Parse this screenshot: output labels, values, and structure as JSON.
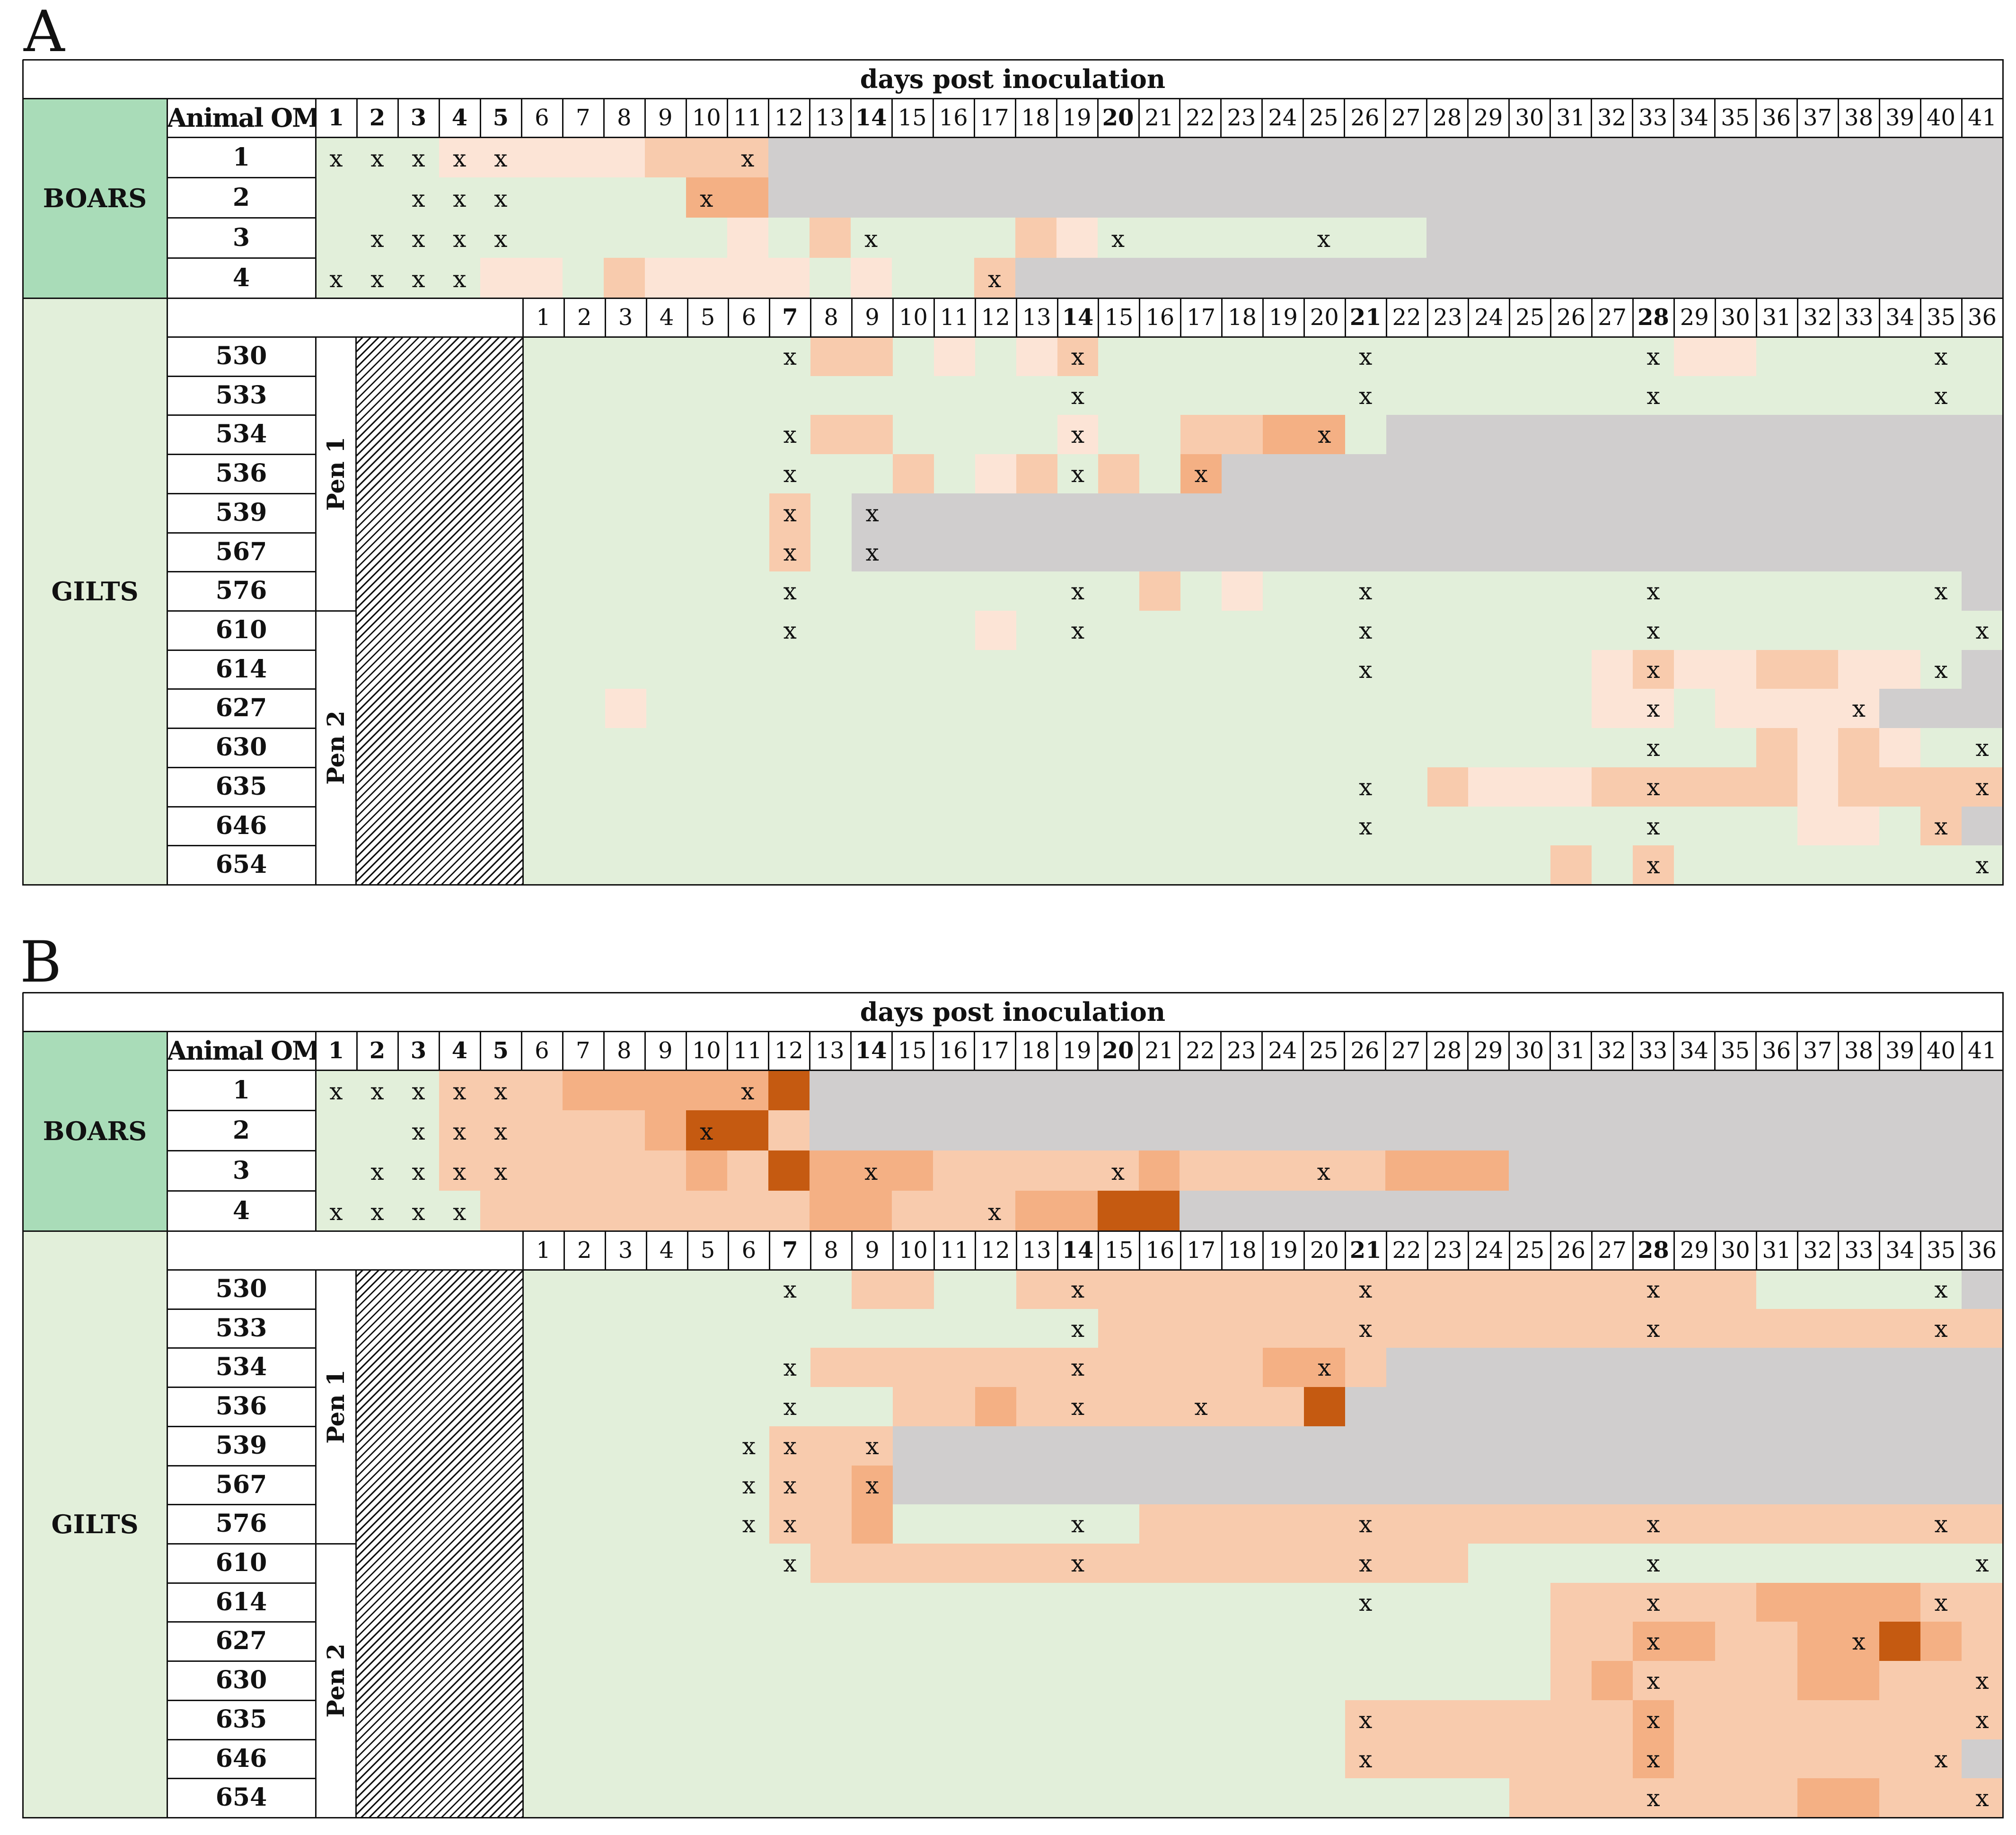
{
  "colors": {
    "absent": "#ffffff",
    "negative": "#e2efda",
    "grey": "#d0cece",
    "boars_group": "#a9dcb8",
    "gilts_group": "#e2efda",
    "level1": "#fce4d6",
    "level2": "#f8cbad",
    "level3": "#f4b084",
    "level4": "#c55a11"
  },
  "header": {
    "title": "days post inoculation",
    "animal_col": "Animal OM"
  },
  "groups": {
    "boars": "BOARS",
    "gilts": "GILTS",
    "pen1": "Pen 1",
    "pen2": "Pen 2"
  },
  "boar_days": [
    "1",
    "2",
    "3",
    "4",
    "5",
    "6",
    "7",
    "8",
    "9",
    "10",
    "11",
    "12",
    "13",
    "14",
    "15",
    "16",
    "17",
    "18",
    "19",
    "20",
    "21",
    "22",
    "23",
    "24",
    "25",
    "26",
    "27",
    "28",
    "29",
    "30",
    "31",
    "32",
    "33",
    "34",
    "35",
    "36",
    "37",
    "38",
    "39",
    "40",
    "41"
  ],
  "boar_bold_days": [
    "1",
    "2",
    "3",
    "4",
    "5",
    "14",
    "20"
  ],
  "gilt_days": [
    "1",
    "2",
    "3",
    "4",
    "5",
    "6",
    "7",
    "8",
    "9",
    "10",
    "11",
    "12",
    "13",
    "14",
    "15",
    "16",
    "17",
    "18",
    "19",
    "20",
    "21",
    "22",
    "23",
    "24",
    "25",
    "26",
    "27",
    "28",
    "29",
    "30",
    "31",
    "32",
    "33",
    "34",
    "35",
    "36"
  ],
  "gilt_bold_days": [
    "7",
    "14",
    "21",
    "28"
  ],
  "boar_ids": [
    "1",
    "2",
    "3",
    "4"
  ],
  "gilt_ids": [
    "530",
    "533",
    "534",
    "536",
    "539",
    "567",
    "576",
    "610",
    "614",
    "627",
    "630",
    "635",
    "646",
    "654"
  ],
  "legend_note": "",
  "chart_data": [
    {
      "type": "heatmap",
      "panel": "A",
      "title": "days post inoculation",
      "encoding": "one string per animal; one character per day column; N=negative, G=no sample, 1-4=increasing intensity",
      "boars": {
        "rows": [
          "NNN11111222GGGGGGGGGGGGGGGGGGGGGGGGGGGGGG",
          "NNNNNNNNN33GGGGGGGGGGGGGGGGGGGGGGGGGGGGGG",
          "NNNNNNNNNN1N2NNNN21NNNNNNNNGGGGGGGGGGGGGGG",
          "NNNN11N21111N1NN2GGGGGGGGGGGGGGGGGGGGGGGG"
        ],
        "x_marks": [
          [
            "1",
            "2",
            "3",
            "4",
            "5",
            "11"
          ],
          [
            "3",
            "4",
            "5",
            "10"
          ],
          [
            "2",
            "3",
            "4",
            "5",
            "14",
            "20",
            "25"
          ],
          [
            "1",
            "2",
            "3",
            "4",
            "17"
          ]
        ]
      },
      "gilts": {
        "rows": [
          "NNNNNNN22N1N12NNNNNNNNNNNNNN11NNNNNN",
          "NNNNNNNNNNNNNNNNNNNNNNNNNNNNNNNNNNNN",
          "NNNNNNN22NNNN1NN2233NGGGGGGGGGGGGGGG",
          "NNNNNNNNN2N12N2N3GGGGGGGGGGGGGGGGGGG",
          "NNNNNN2NGGGGGGGGGGGGGGGGGGGGGGGGGGGG",
          "NNNNNN2NGGGGGGGGGGGGGGGGGGGGGGGGGGGG",
          "NNNNNNNNNNNNNNN2N1NNNNNNNNNNNNNNNNNG",
          "NNNNNNNNNNN1NNNNNNNNNNNNNNNNNNNNNNNN",
          "NNNNNNNNNNNNNNNNNNNNNNNNNN12112211NG",
          "NN1NNNNNNNNNNNNNNNNNNNNNNN11N1111GGG",
          "NNNNNNNNNNNNNNNNNNNNNNNNNNNNNN2121NN",
          "NNNNNNNNNNNNNNNNNNNNNN21112222212222",
          "NNNNNNNNNNNNNNNNNNNNNNNNNNNNNNN11N2G",
          "NNNNNNNNNNNNNNNNNNNNNNNNN2N2NNNNNNNN"
        ],
        "x_marks": [
          [
            "7",
            "14",
            "21",
            "28",
            "35"
          ],
          [
            "14",
            "21",
            "28",
            "35"
          ],
          [
            "7",
            "14",
            "20"
          ],
          [
            "7",
            "14",
            "17"
          ],
          [
            "7",
            "9"
          ],
          [
            "7",
            "9"
          ],
          [
            "7",
            "14",
            "21",
            "28",
            "35"
          ],
          [
            "7",
            "14",
            "21",
            "28",
            "36"
          ],
          [
            "21",
            "28",
            "35"
          ],
          [
            "28",
            "33"
          ],
          [
            "28",
            "36"
          ],
          [
            "21",
            "28",
            "36"
          ],
          [
            "21",
            "28",
            "35"
          ],
          [
            "28",
            "36"
          ]
        ]
      }
    },
    {
      "type": "heatmap",
      "panel": "B",
      "title": "days post inoculation",
      "encoding": "one string per animal; one character per day column; N=negative, G=no sample, 1-4=increasing intensity",
      "boars": {
        "rows": [
          "NNN222333334GGGGGGGGGGGGGGGGGGGGGGGGGGGGG",
          "NNN222223442GGGGGGGGGGGGGGGGGGGGGGGGGGGGG",
          "NNN22222232433322222322222333GGGGGGGGGGGGGGG",
          "NNNN22222222332223344GGGGGGGGGGGGGGGGGGGG"
        ],
        "x_marks": [
          [
            "1",
            "2",
            "3",
            "4",
            "5",
            "11"
          ],
          [
            "3",
            "4",
            "5",
            "10"
          ],
          [
            "2",
            "3",
            "4",
            "5",
            "14",
            "20",
            "25"
          ],
          [
            "1",
            "2",
            "3",
            "4",
            "17"
          ]
        ]
      },
      "gilts": {
        "rows": [
          "NNNNNNNN22NN222222222222222222NNNNNG",
          "NNNNNNNNNNNNNN2222222222222222222222",
          "NNNNNNN22222222222332GGGGGGGGGGGGGGG",
          "NNNNNNNNN22322222224GGGGGGGGGGGGGGGG",
          "NNNNNN222GGGGGGGGGGGGGGGGGGGGGGGGGGG",
          "NNNNNN223GGGGGGGGGGGGGGGGGGGGGGGGGGG",
          "NNNNNN223NNNNNN222222222222222222222",
          "NNNNNNN2222222222222222NNNNNNNNNNNNN",
          "NNNNNNNNNNNNNNNNNNNNNNNNN22222333322",
          "NNNNNNNNNNNNNNNNNNNNNNNNN22332233432",
          "NNNNNNNNNNNNNNNNNNNNNNNNN232222332222",
          "NNNNNNNNNNNNNNNNNNNN2222222322222222",
          "NNNNNNNNNNNNNNNNNNNN222222232222222G",
          "NNNNNNNNNNNNNNNNNNNNNNNN222222233222"
        ],
        "x_marks": [
          [
            "7",
            "14",
            "21",
            "28",
            "35"
          ],
          [
            "14",
            "21",
            "28",
            "35"
          ],
          [
            "7",
            "14",
            "20"
          ],
          [
            "7",
            "14",
            "17"
          ],
          [
            "6",
            "7",
            "9"
          ],
          [
            "6",
            "7",
            "9"
          ],
          [
            "6",
            "7",
            "14",
            "21",
            "28",
            "35"
          ],
          [
            "7",
            "14",
            "21",
            "28",
            "36"
          ],
          [
            "21",
            "28",
            "35"
          ],
          [
            "28",
            "33"
          ],
          [
            "28",
            "36"
          ],
          [
            "21",
            "28",
            "36"
          ],
          [
            "21",
            "28",
            "35"
          ],
          [
            "28",
            "36"
          ]
        ]
      }
    }
  ]
}
